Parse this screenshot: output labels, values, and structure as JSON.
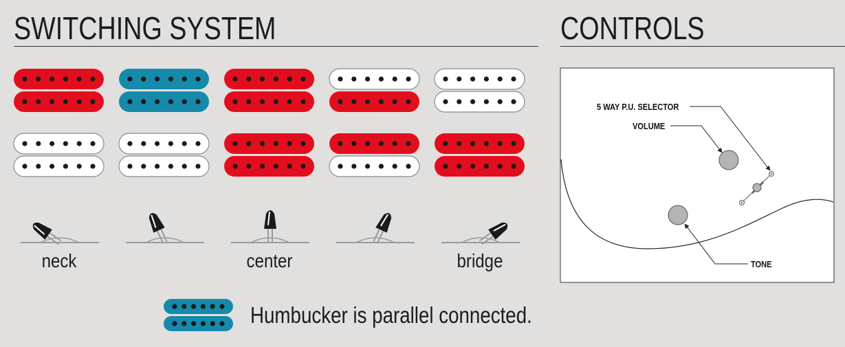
{
  "switching": {
    "title": "SWITCHING SYSTEM",
    "colors": {
      "active": "#e30e1d",
      "parallel": "#168aab",
      "off": "#ffffff"
    },
    "positions": [
      {
        "label": "neck",
        "pickups": [
          [
            "active",
            "active"
          ],
          [
            "off",
            "off"
          ]
        ],
        "lever_angle": -55
      },
      {
        "label": "",
        "pickups": [
          [
            "parallel",
            "parallel"
          ],
          [
            "off",
            "off"
          ]
        ],
        "lever_angle": -25
      },
      {
        "label": "center",
        "pickups": [
          [
            "active",
            "active"
          ],
          [
            "active",
            "active"
          ]
        ],
        "lever_angle": 0
      },
      {
        "label": "",
        "pickups": [
          [
            "off",
            "active"
          ],
          [
            "active",
            "off"
          ]
        ],
        "lever_angle": 25
      },
      {
        "label": "bridge",
        "pickups": [
          [
            "off",
            "off"
          ],
          [
            "active",
            "active"
          ]
        ],
        "lever_angle": 55
      }
    ],
    "legend": {
      "text": "Humbucker is parallel connected.",
      "color": "parallel"
    }
  },
  "controls": {
    "title": "CONTROLS",
    "labels": {
      "selector": "5 WAY P.U. SELECTOR",
      "volume": "VOLUME",
      "tone": "TONE"
    }
  }
}
